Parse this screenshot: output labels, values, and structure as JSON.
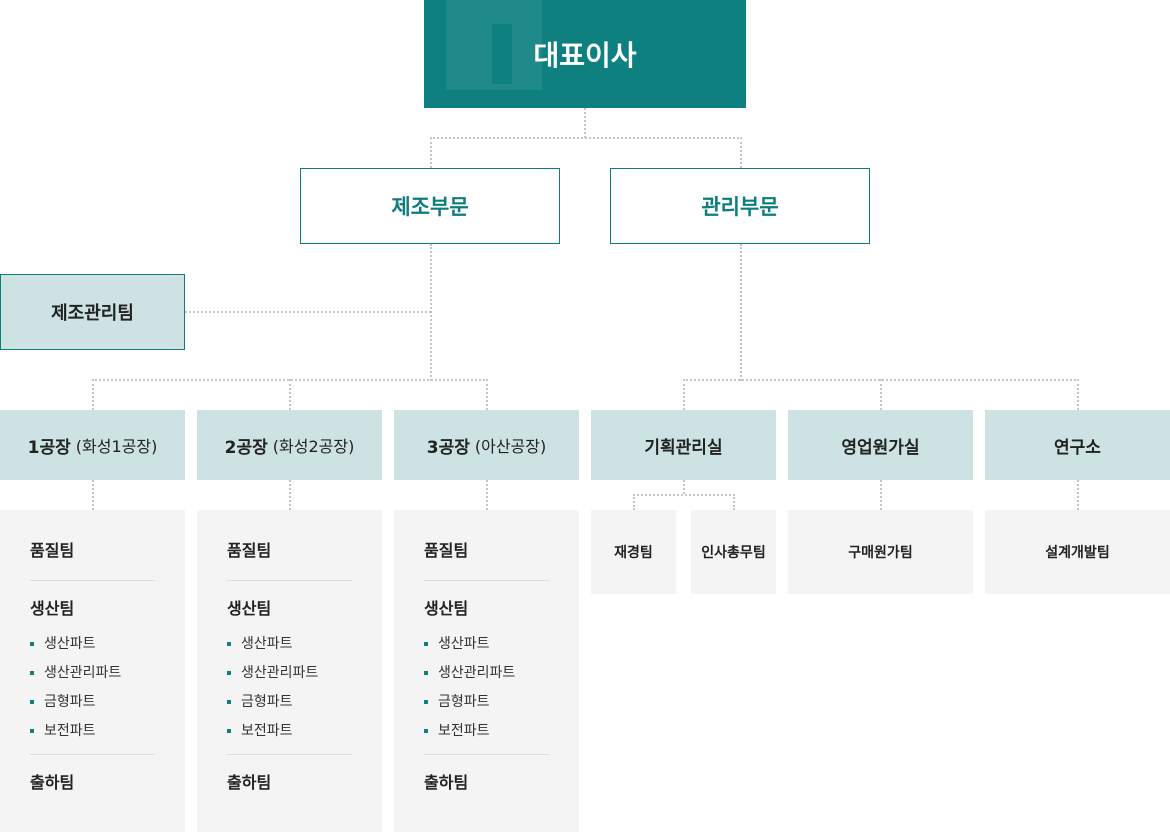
{
  "ceo": {
    "label": "대표이사"
  },
  "divisions": {
    "manufacturing": "제조부문",
    "management": "관리부문"
  },
  "manufacturing_management_team": "제조관리팀",
  "plants": [
    {
      "name": "1공장",
      "location": "(화성1공장)"
    },
    {
      "name": "2공장",
      "location": "(화성2공장)"
    },
    {
      "name": "3공장",
      "location": "(아산공장)"
    }
  ],
  "plant_teams": {
    "quality": "품질팀",
    "production": "생산팀",
    "parts": [
      "생산파트",
      "생산관리파트",
      "금형파트",
      "보전파트"
    ],
    "shipping": "출하팀"
  },
  "management_units": [
    {
      "name": "기획관리실",
      "teams": [
        "재경팀",
        "인사총무팀"
      ]
    },
    {
      "name": "영업원가실",
      "teams": [
        "구매원가팀"
      ]
    },
    {
      "name": "연구소",
      "teams": [
        "설계개발팀"
      ]
    }
  ]
}
